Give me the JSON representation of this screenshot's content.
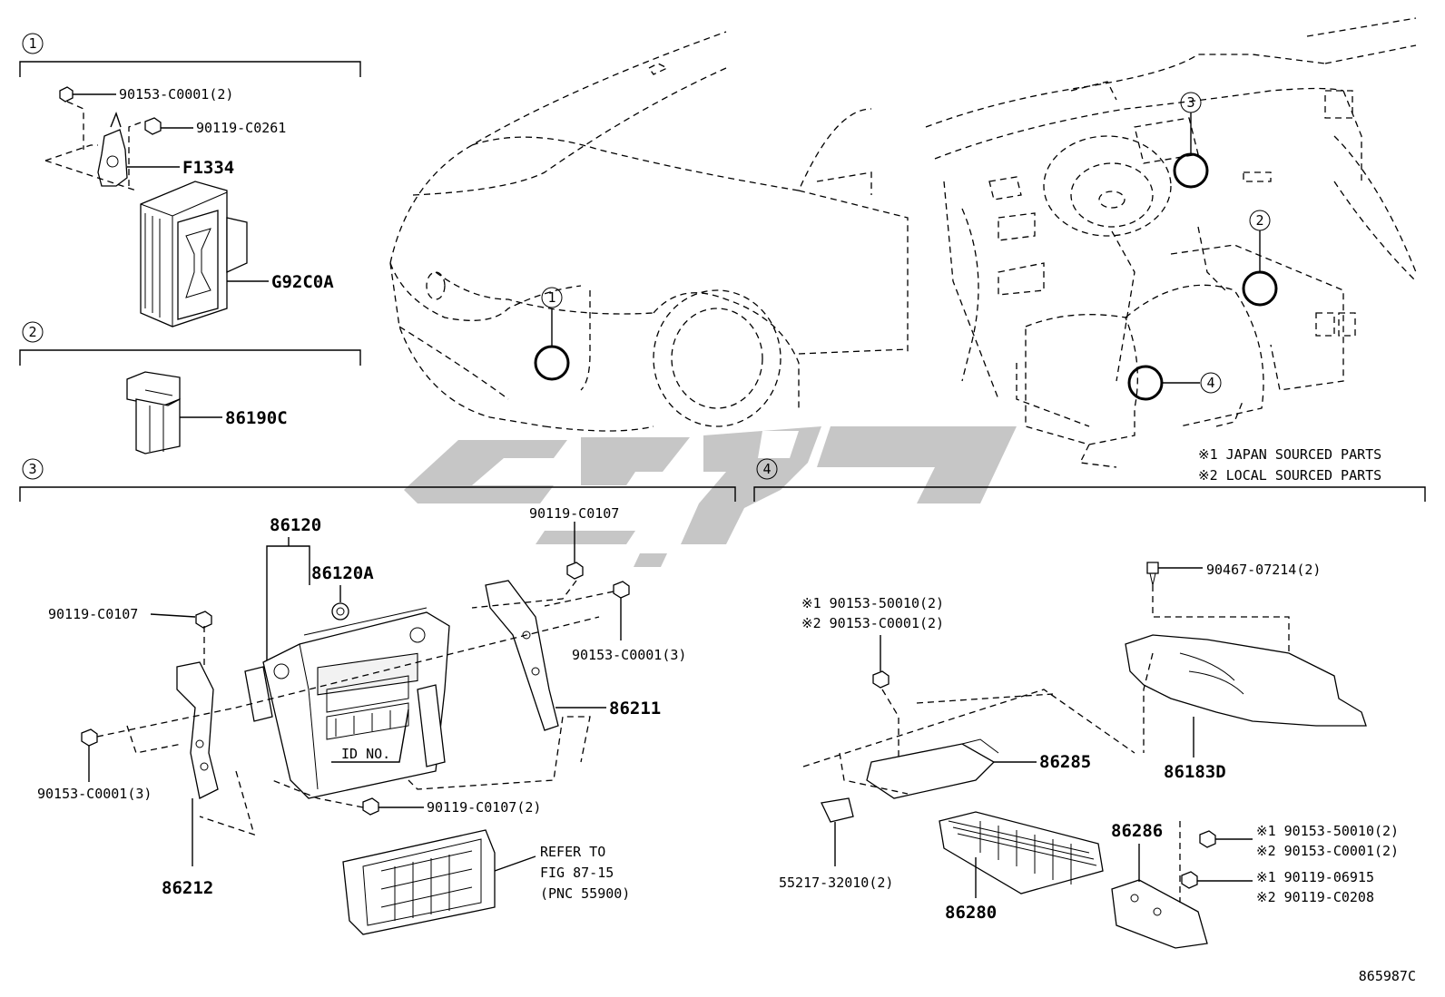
{
  "sections": [
    {
      "num": "1"
    },
    {
      "num": "2"
    },
    {
      "num": "3"
    },
    {
      "num": "4"
    }
  ],
  "callouts": [
    {
      "num": "1"
    },
    {
      "num": "2"
    },
    {
      "num": "3"
    },
    {
      "num": "4"
    }
  ],
  "section1": {
    "labels": [
      "90153-C0001(2)",
      "90119-C0261",
      "F1334",
      "G92C0A"
    ]
  },
  "section2": {
    "labels": [
      "86190C"
    ]
  },
  "section3": {
    "labels": [
      "86120",
      "86120A",
      "90119-C0107",
      "90119-C0107",
      "90153-C0001(3)",
      "86211",
      "90153-C0001(3)",
      "ID NO.",
      "90119-C0107(2)",
      "86212"
    ],
    "refer": [
      "REFER TO",
      "FIG 87-15",
      "(PNC 55900)"
    ]
  },
  "section4": {
    "labels": [
      "90467-07214(2)",
      "※1 90153-50010(2)",
      "※2 90153-C0001(2)",
      "86285",
      "86183D",
      "55217-32010(2)",
      "86280",
      "86286",
      "※1 90153-50010(2)",
      "※2 90153-C0001(2)",
      "※1 90119-06915",
      "※2 90119-C0208"
    ]
  },
  "notes": [
    "※1 JAPAN SOURCED PARTS",
    "※2 LOCAL SOURCED PARTS"
  ],
  "figure_code": "865987C",
  "watermark_color": "#c6c6c6"
}
